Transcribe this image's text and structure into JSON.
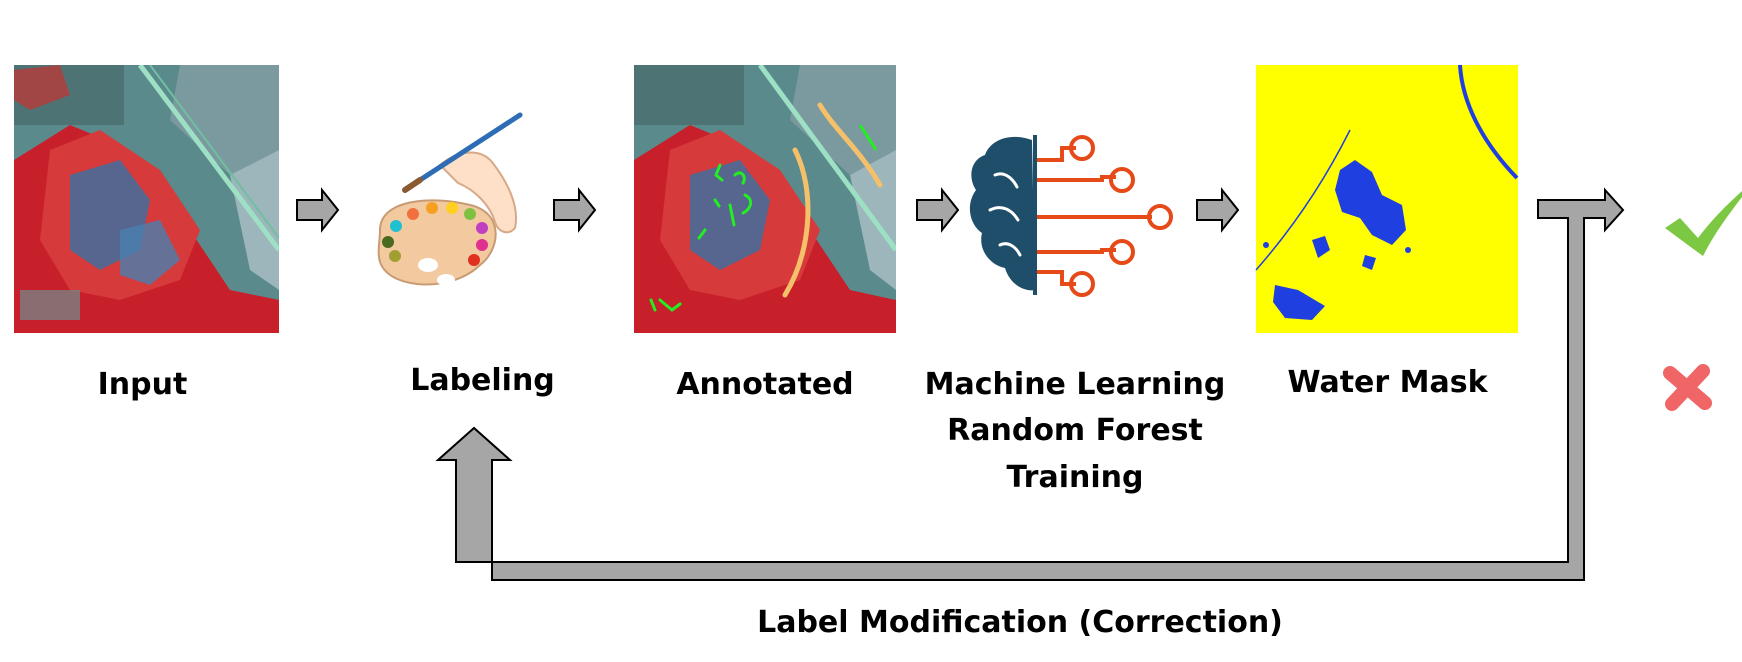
{
  "labels": {
    "input": "Input",
    "labeling": "Labeling",
    "annotated": "Annotated",
    "ml_line1": "Machine Learning",
    "ml_line2": "Random Forest",
    "ml_line3": "Training",
    "water_mask": "Water Mask",
    "correction": "Label Modification (Correction)"
  },
  "colors": {
    "satellite_red": "#e8202c",
    "satellite_teal": "#5a8a8c",
    "water_mask_yellow": "#ffff00",
    "water_mask_blue": "#1f3fe0",
    "annotation_green": "#22ee22",
    "annotation_orange": "#f5c06a",
    "brain_navy": "#1f4e6b",
    "circuit_red": "#e64a19",
    "arrow_gray": "#a6a6a6",
    "check_green": "#7cc843",
    "cross_red": "#f06666"
  },
  "icons": {
    "step_arrow": "right-arrow-icon",
    "check": "checkmark-icon",
    "cross": "cross-icon",
    "palette": "paint-palette-icon",
    "brain": "brain-circuit-icon"
  }
}
